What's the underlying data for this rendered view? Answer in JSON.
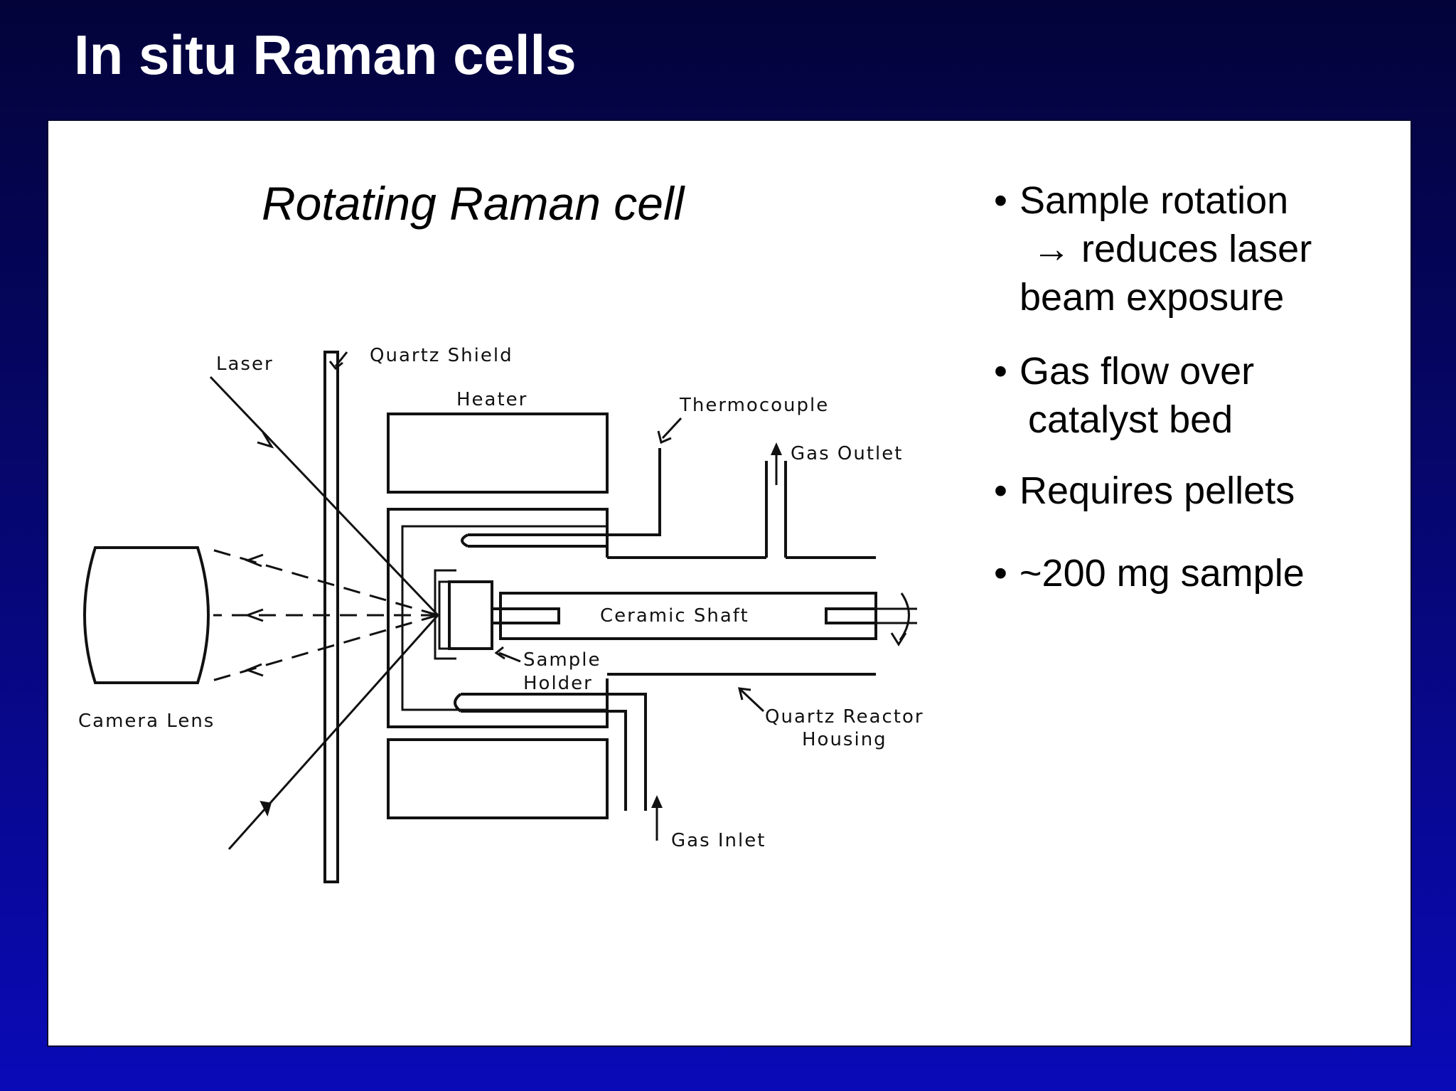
{
  "slide": {
    "title": "In situ Raman cells"
  },
  "diagram": {
    "title": "Rotating Raman cell",
    "labels": {
      "laser": "Laser",
      "quartz_shield": "Quartz Shield",
      "heater": "Heater",
      "thermocouple": "Thermocouple",
      "gas_outlet": "Gas Outlet",
      "ceramic_shaft": "Ceramic Shaft",
      "sample_holder_1": "Sample",
      "sample_holder_2": "Holder",
      "camera_lens": "Camera Lens",
      "quartz_reactor_1": "Quartz Reactor",
      "quartz_reactor_2": "Housing",
      "gas_inlet": "Gas Inlet"
    }
  },
  "bullets": [
    {
      "bullet": "•",
      "line1": "Sample rotation",
      "arrow": "→",
      "line2": "reduces laser",
      "line3": "beam exposure"
    },
    {
      "bullet": "•",
      "line1": "Gas flow over",
      "line2": "catalyst bed"
    },
    {
      "bullet": "•",
      "line1": "Requires pellets"
    },
    {
      "bullet": "•",
      "line1": "~200 mg sample"
    }
  ]
}
